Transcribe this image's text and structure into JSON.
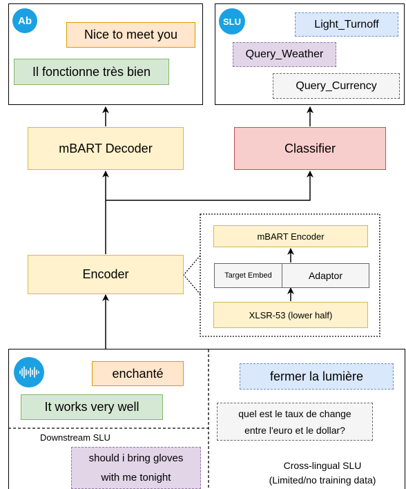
{
  "top_left_panel": {
    "badge": "Ab",
    "items": [
      "Nice to meet you",
      "Il fonctionne très bien"
    ]
  },
  "top_right_panel": {
    "badge": "SLU",
    "items": [
      "Light_Turnoff",
      "Query_Weather",
      "Query_Currency"
    ]
  },
  "decoder": "mBART Decoder",
  "classifier": "Classifier",
  "encoder": "Encoder",
  "encoder_detail": {
    "top": "mBART Encoder",
    "target_embed": "Target Embed",
    "adaptor": "Adaptor",
    "bottom": "XLSR-53 (lower half)"
  },
  "bottom_panel": {
    "speech_icon": "audio-waveform-icon",
    "left_items": [
      "enchanté",
      "It works very well"
    ],
    "downstream_label": "Downstream SLU",
    "downstream_item_lines": [
      "should i bring gloves",
      "with me tonight"
    ],
    "right_items": [
      "fermer la lumière"
    ],
    "right_multiline_lines": [
      "quel est le taux de change",
      "entre l'euro et le dollar?"
    ],
    "cross_lingual_lines": [
      "Cross-lingual SLU",
      "(Limited/no training data)"
    ]
  },
  "colors": {
    "badge": "#1ba1e2",
    "orange_fill": "#ffe6cc",
    "orange_stroke": "#d79b00",
    "green_fill": "#d5e8d4",
    "green_stroke": "#82b366",
    "blue_fill": "#dae8fc",
    "blue_stroke": "#6c8ebf",
    "purple_fill": "#e1d5e7",
    "purple_stroke": "#9673a6",
    "gray_fill": "#f5f5f5",
    "gray_stroke": "#666666",
    "yellow_fill": "#fff2cc",
    "yellow_stroke": "#d6b656",
    "red_fill": "#f8cecc",
    "red_stroke": "#b85450"
  }
}
